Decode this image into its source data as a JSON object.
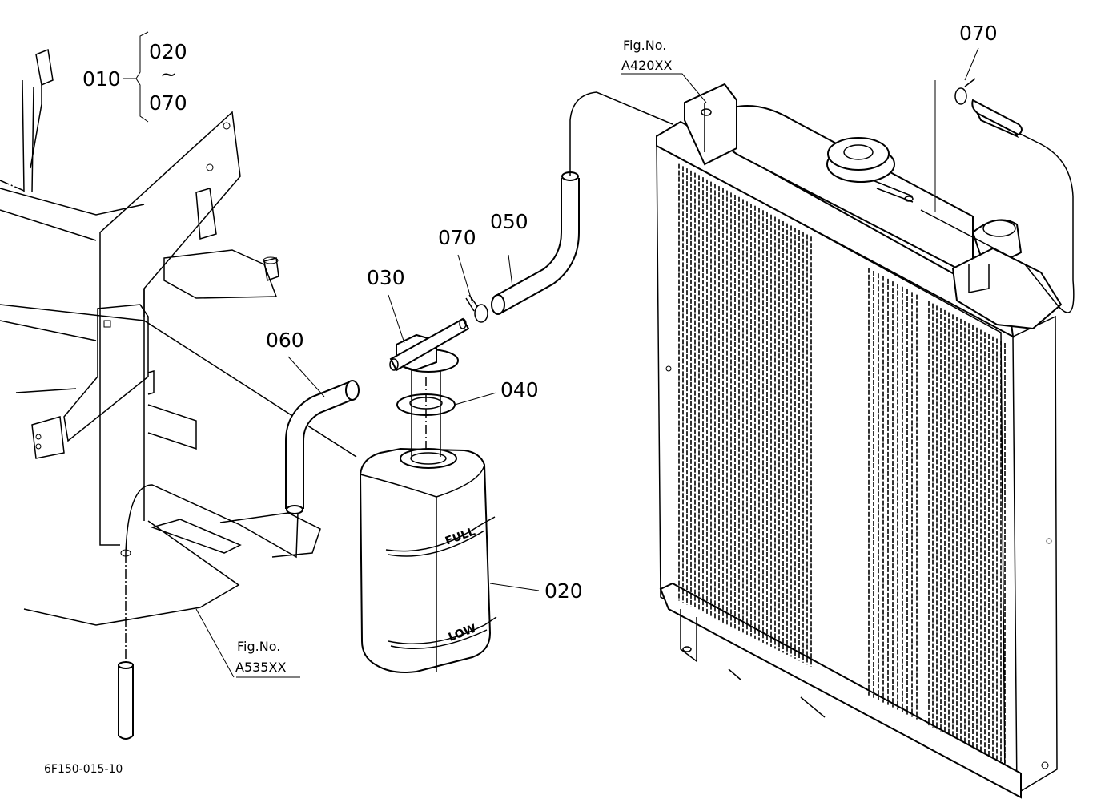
{
  "callouts": {
    "assembly": "010",
    "range_start": "020",
    "range_sep": "~",
    "range_end": "070",
    "tank": "020",
    "cap": "030",
    "gasket": "040",
    "hose_upper": "050",
    "hose_lower": "060",
    "clip_mid": "070",
    "clip_top": "070"
  },
  "tank_marks": {
    "full": "FULL",
    "low": "LOW"
  },
  "figrefs": {
    "radiator": {
      "label": "Fig.No.",
      "code": "A420XX"
    },
    "frame": {
      "label": "Fig.No.",
      "code": "A535XX"
    }
  },
  "drawing_id": "6F150-015-10"
}
